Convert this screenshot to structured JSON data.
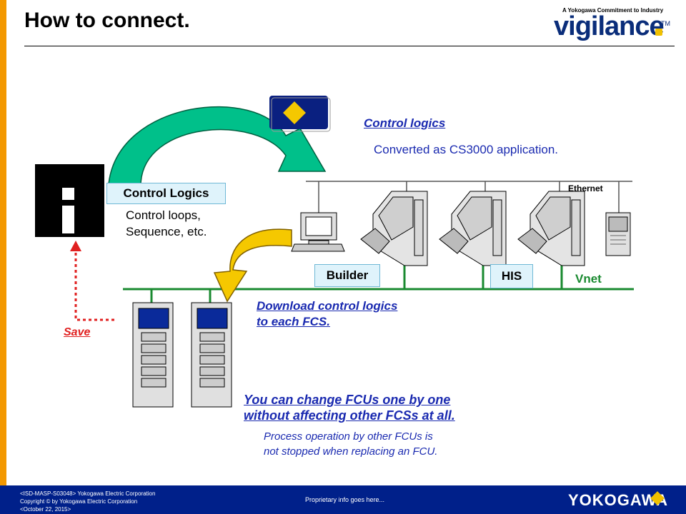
{
  "header": {
    "title": "How to connect.",
    "logo_tagline": "A Yokogawa Commitment to Industry",
    "logo_word": "vigilance",
    "logo_tm": "TM"
  },
  "diagram": {
    "label_control_logics": "Control Logics",
    "sub_control_loops": "Control loops,",
    "sub_sequence": "Sequence, etc.",
    "control_logics_heading": "Control logics",
    "converted_text": "Converted as CS3000 application.",
    "ethernet_label": "Ethernet",
    "vnet_label": "Vnet",
    "builder_label": "Builder",
    "his_label": "HIS",
    "download_line1": "Download control logics",
    "download_line2": "to each FCS.",
    "save_label": "Save",
    "change_line1": "You can change FCUs one by one",
    "change_line2": "without affecting other FCSs at all.",
    "process_line1": "Process operation by other FCUs is",
    "process_line2": "not stopped when replacing an FCU."
  },
  "footer": {
    "doc_id": "<ISD-MASP-S03048> Yokogawa Electric Corporation",
    "copyright": "Copyright © by Yokogawa Electric Corporation",
    "date": "<October 22, 2015>",
    "proprietary": "Proprietary info goes here...",
    "brand": "YOKOGAWA"
  },
  "colors": {
    "accent_orange": "#f39800",
    "footer_blue": "#00208a",
    "link_blue": "#1a2ab0",
    "vnet_green": "#1a8a30",
    "save_red": "#e02020",
    "arrow_green": "#00c08a",
    "arrow_yellow": "#f5c800"
  }
}
